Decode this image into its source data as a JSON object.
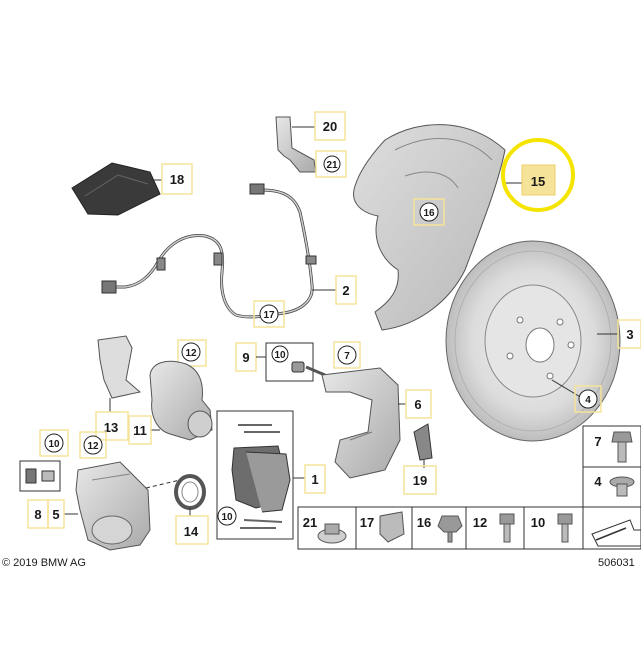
{
  "copyright": "© 2019 BMW AG",
  "diagram_id": "506031",
  "highlight_color": "#f5e400",
  "label_box_color": "#f6e39a",
  "parts": {
    "p1": "1",
    "p2": "2",
    "p3": "3",
    "p4": "4",
    "p5": "5",
    "p6": "6",
    "p7": "7",
    "p8": "8",
    "p9": "9",
    "p10": "10",
    "p11": "11",
    "p12": "12",
    "p13": "13",
    "p14": "14",
    "p15": "15",
    "p16": "16",
    "p17": "17",
    "p18": "18",
    "p19": "19",
    "p20": "20",
    "p21": "21"
  },
  "fasteners": {
    "f21": "21",
    "f17": "17",
    "f16": "16",
    "f12": "12",
    "f10": "10",
    "f7": "7",
    "f4": "4"
  }
}
